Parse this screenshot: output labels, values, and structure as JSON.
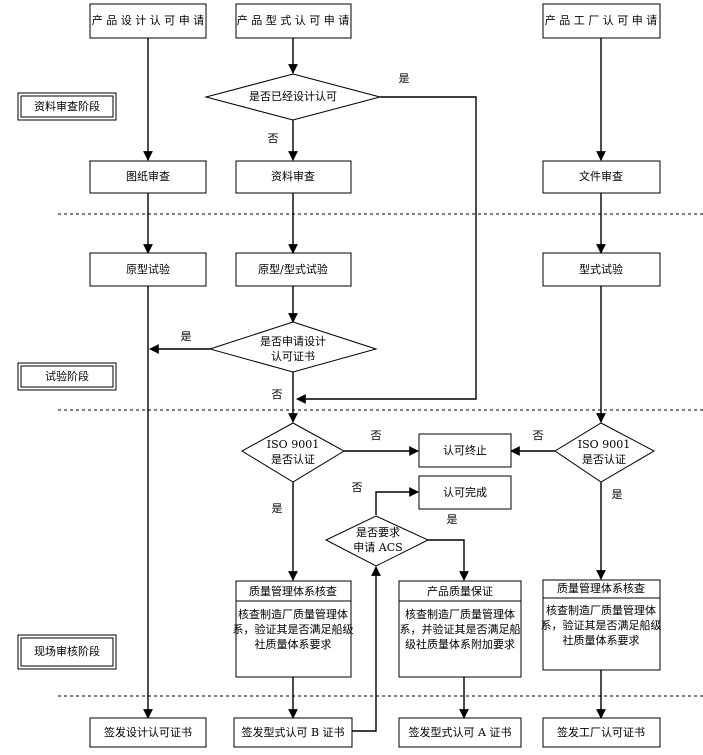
{
  "headers": {
    "design": "产 品 设 计 认 可 申 请",
    "type": "产 品 型 式 认 可 申 请",
    "factory": "产 品 工 厂 认 可 申 请"
  },
  "stages": {
    "doc_review": "资料审查阶段",
    "test": "试验阶段",
    "site_audit": "现场审核阶段"
  },
  "steps": {
    "drawing_review": "图纸审查",
    "data_review": "资料审查",
    "file_review": "文件审查",
    "prototype_test": "原型试验",
    "prototype_type_test": "原型/型式试验",
    "type_test": "型式试验",
    "recognition_terminated": "认可终止",
    "recognition_completed": "认可完成",
    "qms_audit_b_title": "质量管理体系核查",
    "qms_audit_b_body": [
      "核查制造厂质量管理体",
      "系，验证其是否满足船级",
      "社质量体系要求"
    ],
    "product_qa_title": "产品质量保证",
    "product_qa_body": [
      "核查制造厂质量管理体",
      "系，并验证其是否满足船",
      "级社质量体系附加要求"
    ],
    "qms_audit_f_title": "质量管理体系核查",
    "qms_audit_f_body": [
      "核查制造厂质量管理体",
      "系，验证其是否满足船级",
      "社质量体系要求"
    ]
  },
  "decisions": {
    "design_approved": "是否已经设计认可",
    "apply_design": [
      "是否申请设计",
      "认可证书"
    ],
    "iso_left": [
      "ISO 9001",
      "是否认证"
    ],
    "iso_right": [
      "ISO 9001",
      "是否认证"
    ],
    "acs": [
      "是否要求",
      "申请 ACS"
    ]
  },
  "certificates": {
    "design": "签发设计认可证书",
    "type_b": "签发型式认可 B 证书",
    "type_a": "签发型式认可 A 证书",
    "factory": "签发工厂认可证书"
  },
  "branch_labels": {
    "yes": "是",
    "no": "否"
  }
}
